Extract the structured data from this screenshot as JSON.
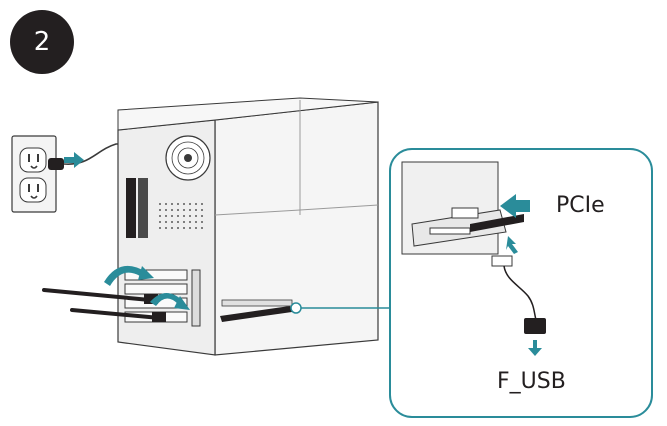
{
  "step": {
    "number": "2"
  },
  "callout": {
    "pcie_label": "PCIe",
    "connector_label": "F_USB"
  },
  "colors": {
    "accent": "#2a8c9a",
    "line": "#3a3a3a",
    "case": "#f2f2f2",
    "badge": "#231f20"
  },
  "icons": [
    "power-outlet-icon",
    "plug-icon",
    "right-arrow-icon",
    "curved-arrow-icon",
    "down-arrow-icon",
    "up-arrow-icon"
  ]
}
